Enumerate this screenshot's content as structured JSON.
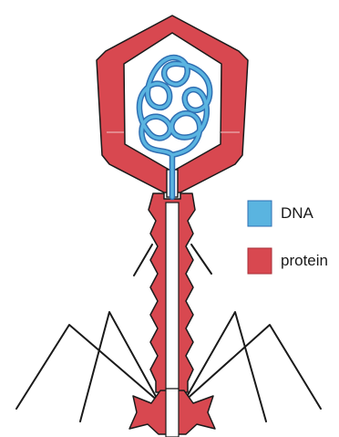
{
  "legend": {
    "items": [
      {
        "key": "dna",
        "label": "DNA",
        "color": "#5ab4e0"
      },
      {
        "key": "protein",
        "label": "protein",
        "color": "#d84850"
      }
    ]
  },
  "colors": {
    "protein": "#d84850",
    "dna": "#5ab4e0",
    "dna_outline": "#2f6fb3",
    "outline": "#1a1a1a",
    "core": "#ffffff"
  },
  "icons": {
    "dna_swatch": "dna-swatch-icon",
    "protein_swatch": "protein-swatch-icon"
  }
}
